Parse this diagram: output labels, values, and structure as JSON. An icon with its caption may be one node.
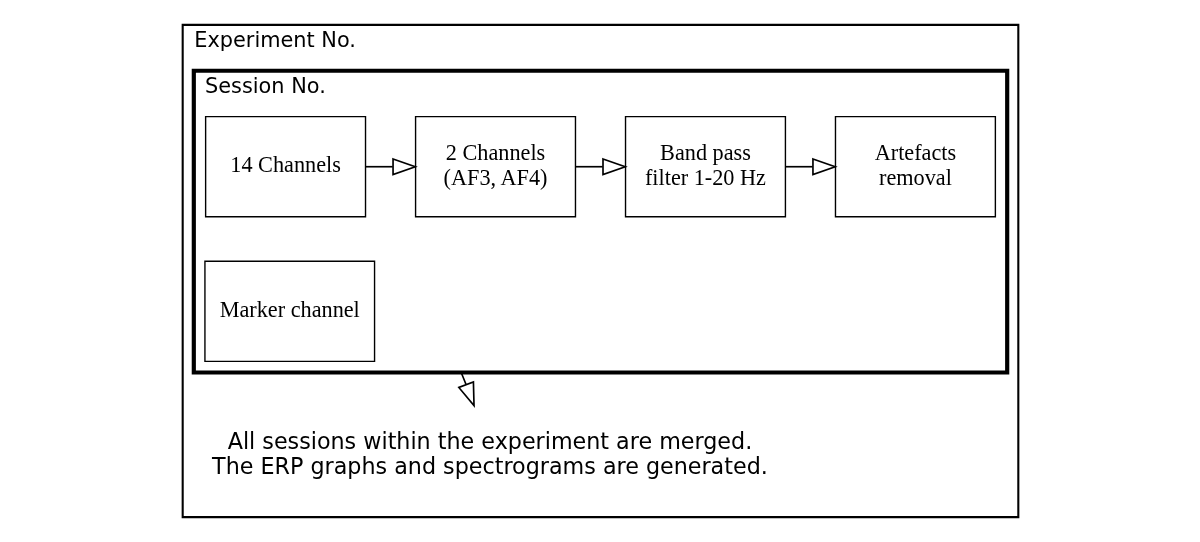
{
  "diagram": {
    "nodes": [
      {
        "text": [
          "Experiment No."
        ]
      },
      {
        "text": [
          "Session No."
        ],
        "in": 0
      },
      {
        "text": [
          "14 Channels"
        ],
        "in": 1
      },
      {
        "text": [
          "2 Channels (AF3, AF4)"
        ],
        "in": 1
      },
      {
        "text": [
          "Band pass filter 1-20 Hz"
        ],
        "in": 1
      },
      {
        "text": [
          "Artefacts removal"
        ],
        "in": 1
      },
      {
        "text": [
          "Marker channel"
        ],
        "in": 1
      },
      {
        "text": [
          "All sessions within the experiment are merged. The ERP graphs and spectrograms are generated."
        ],
        "in": 0
      }
    ],
    "edges": [
      {
        "from": 2,
        "to": 3,
        "arrow": "to"
      },
      {
        "from": 3,
        "to": 4,
        "arrow": "to"
      },
      {
        "from": 4,
        "to": 5,
        "arrow": "to"
      },
      {
        "from": 1,
        "to": 7,
        "arrow": "to"
      }
    ]
  }
}
